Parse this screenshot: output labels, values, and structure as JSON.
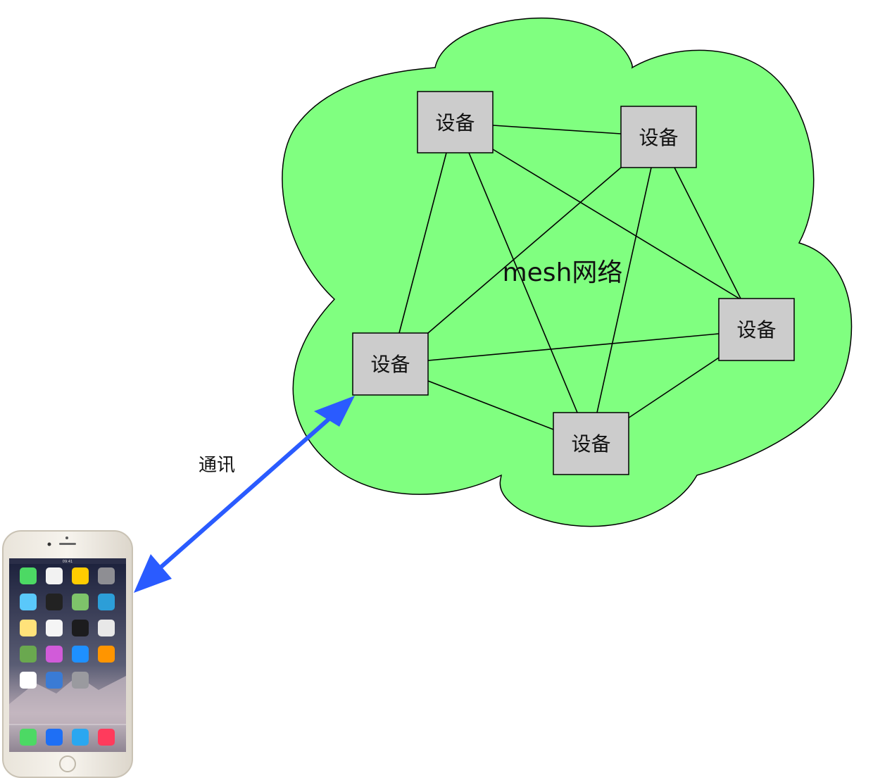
{
  "network": {
    "label": "mesh网络",
    "cloud_color": "#80ff80",
    "device_color": "#cccccc",
    "devices": [
      {
        "id": "top",
        "label": "设备"
      },
      {
        "id": "top-right",
        "label": "设备"
      },
      {
        "id": "left",
        "label": "设备"
      },
      {
        "id": "right",
        "label": "设备"
      },
      {
        "id": "bottom",
        "label": "设备"
      }
    ]
  },
  "link": {
    "label": "通讯",
    "color": "#2a5bff"
  },
  "phone": {
    "icon": "smartphone-icon",
    "apps": [
      "messages-app-icon",
      "calendar-app-icon",
      "photos-app-icon",
      "camera-app-icon",
      "weather-app-icon",
      "clock-app-icon",
      "maps-app-icon",
      "videos-app-icon",
      "notes-app-icon",
      "reminders-app-icon",
      "stocks-app-icon",
      "game-center-app-icon",
      "newsstand-app-icon",
      "itunes-app-icon",
      "app-store-app-icon",
      "ibooks-app-icon",
      "health-app-icon",
      "passbook-app-icon",
      "settings-app-icon",
      "phone-app-icon",
      "mail-app-icon",
      "safari-app-icon",
      "music-app-icon"
    ]
  }
}
